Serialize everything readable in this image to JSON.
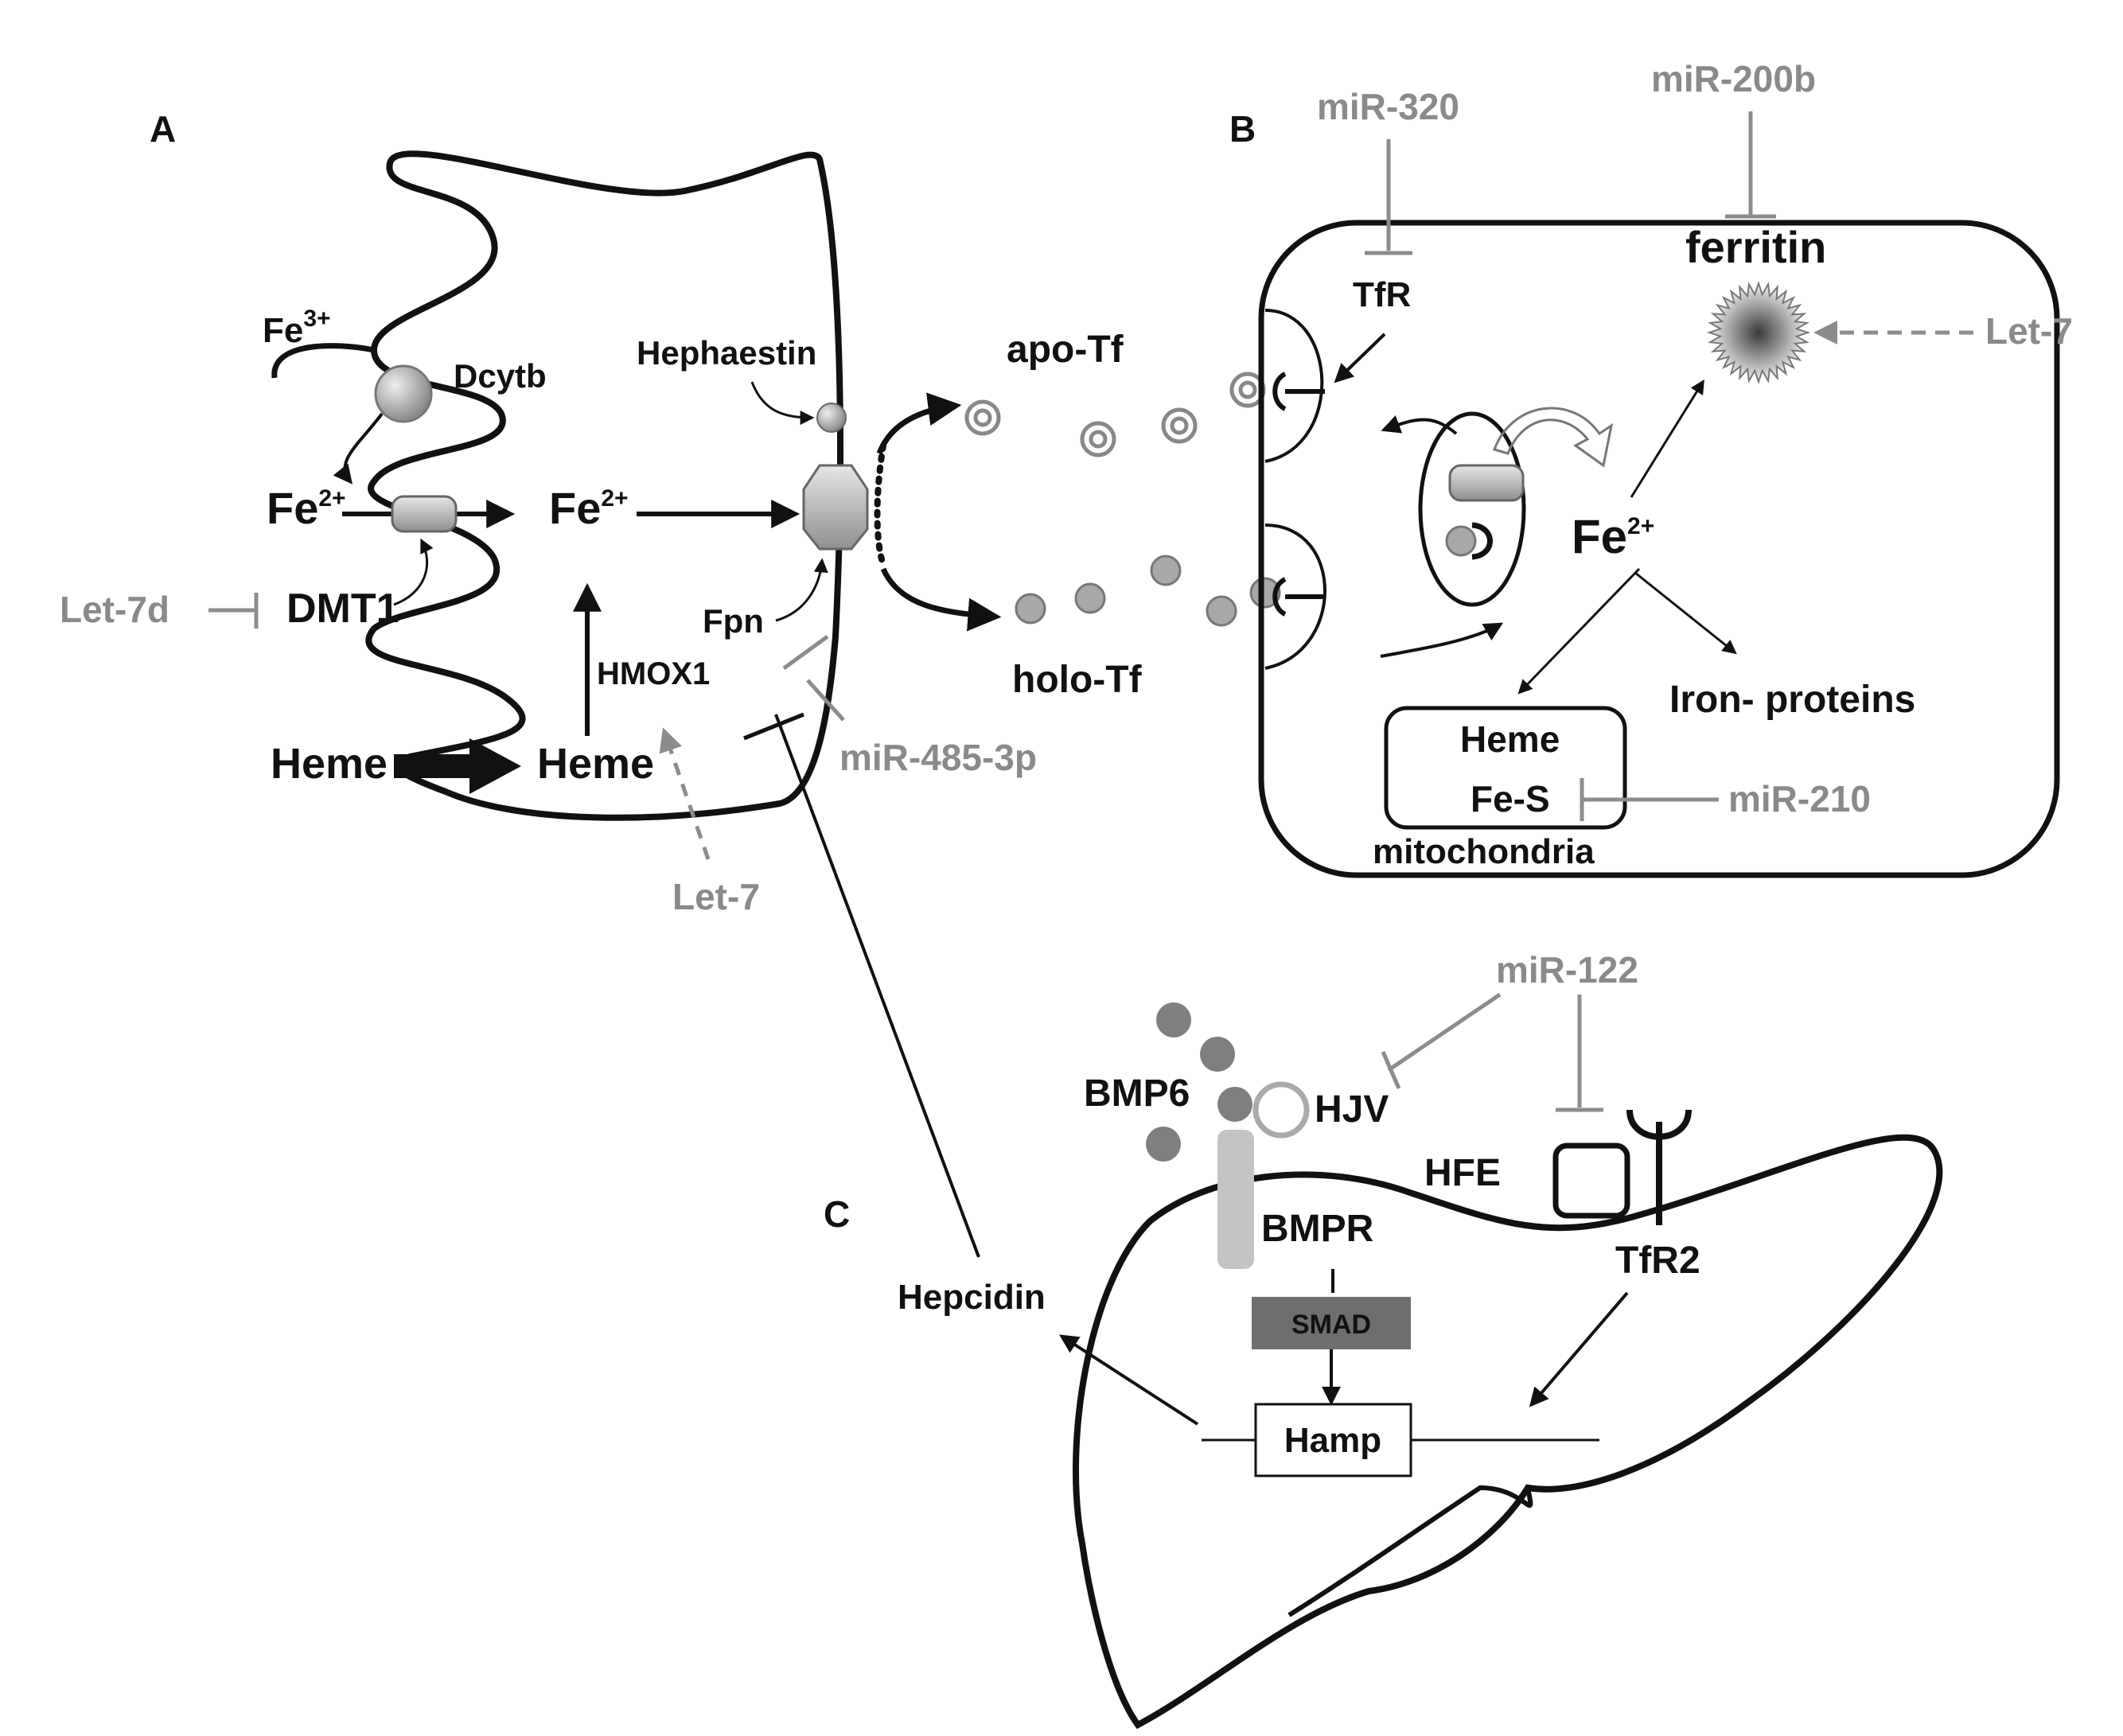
{
  "panels": {
    "a": "A",
    "b": "B",
    "c": "C"
  },
  "panel_a": {
    "fe3": {
      "base": "Fe",
      "sup": "3+"
    },
    "dcytb": "Dcytb",
    "fe2_outer": {
      "base": "Fe",
      "sup": "2+"
    },
    "fe2_inner": {
      "base": "Fe",
      "sup": "2+"
    },
    "dmt1": "DMT1",
    "let7d": "Let-7d",
    "hmox1": "HMOX1",
    "heme_outer": "Heme",
    "heme_inner": "Heme",
    "hephaestin": "Hephaestin",
    "fpn": "Fpn",
    "mir485": "miR-485-3p",
    "let7": "Let-7"
  },
  "transport": {
    "apo_tf": "apo-Tf",
    "holo_tf": "holo-Tf"
  },
  "panel_b": {
    "mir320": "miR-320",
    "mir200b": "miR-200b",
    "tfr": "TfR",
    "ferritin": "ferritin",
    "let7": "Let-7",
    "fe2": {
      "base": "Fe",
      "sup": "2+"
    },
    "iron_proteins": "Iron- proteins",
    "heme": "Heme",
    "fes": "Fe-S",
    "mitochondria": "mitochondria",
    "mir210": "miR-210"
  },
  "panel_c": {
    "mir122": "miR-122",
    "bmp6": "BMP6",
    "hjv": "HJV",
    "hfe": "HFE",
    "bmpr": "BMPR",
    "tfr2": "TfR2",
    "smad": "SMAD",
    "hamp": "Hamp",
    "hepcidin": "Hepcidin"
  },
  "colors": {
    "ink": "#111111",
    "microrna": "#8a8a8a",
    "protein_fill": "#b0b0b0",
    "smad_box": "#6e6e6e",
    "bmpr_bar": "#c4c4c4",
    "bmp6_dots": "#7f7f7f"
  }
}
